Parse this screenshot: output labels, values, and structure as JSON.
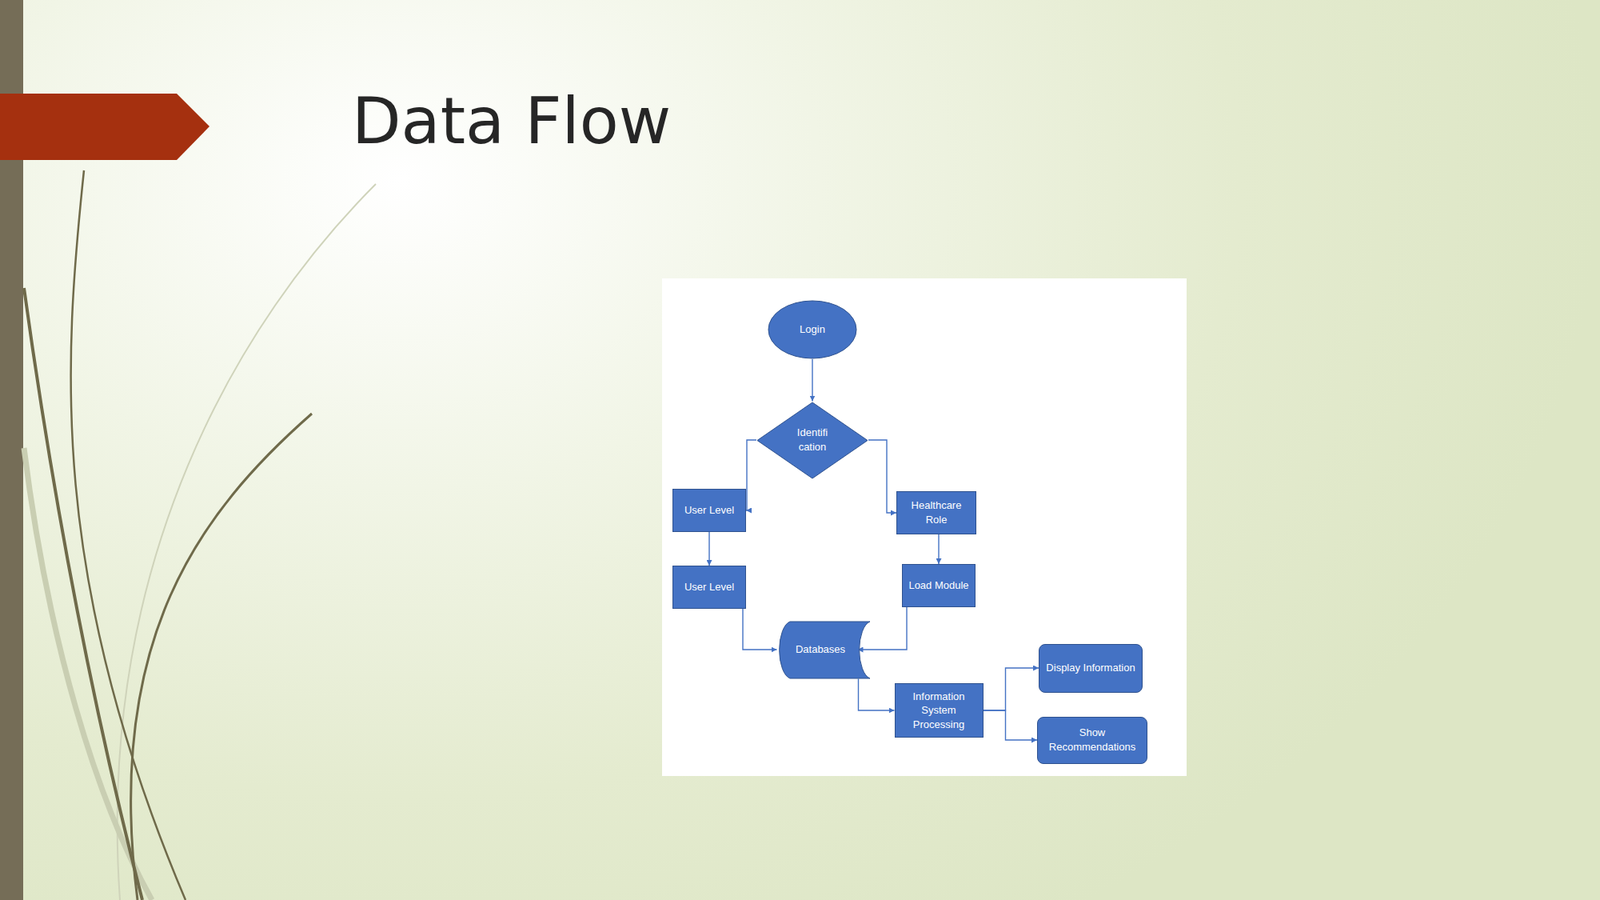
{
  "diagram": {
    "title": "Data Flow",
    "nodes": [
      {
        "text": [
          "Login"
        ]
      },
      {
        "text": [
          "Identifi cation"
        ]
      },
      {
        "text": [
          "User Level"
        ]
      },
      {
        "text": [
          "Healthcare Role"
        ]
      },
      {
        "text": [
          "User Level"
        ]
      },
      {
        "text": [
          "Load Module"
        ]
      },
      {
        "text": [
          "Databases"
        ]
      },
      {
        "text": [
          "Display Information"
        ]
      },
      {
        "text": [
          "Information System Processing"
        ]
      },
      {
        "text": [
          "Show Recommendations"
        ]
      }
    ],
    "edges": [
      {
        "from": 0,
        "to": 1,
        "arrow": "to"
      },
      {
        "from": 1,
        "to": 2,
        "arrow": "to"
      },
      {
        "from": 1,
        "to": 3,
        "arrow": "to"
      },
      {
        "from": 2,
        "to": 4,
        "arrow": "to"
      },
      {
        "from": 3,
        "to": 5,
        "arrow": "to"
      },
      {
        "from": 4,
        "to": 6,
        "arrow": "to"
      },
      {
        "from": 5,
        "to": 6,
        "arrow": "to"
      },
      {
        "from": 6,
        "to": 8,
        "arrow": "to"
      },
      {
        "from": 8,
        "to": 7,
        "arrow": "to"
      },
      {
        "from": 8,
        "to": 9,
        "arrow": "to"
      }
    ]
  }
}
